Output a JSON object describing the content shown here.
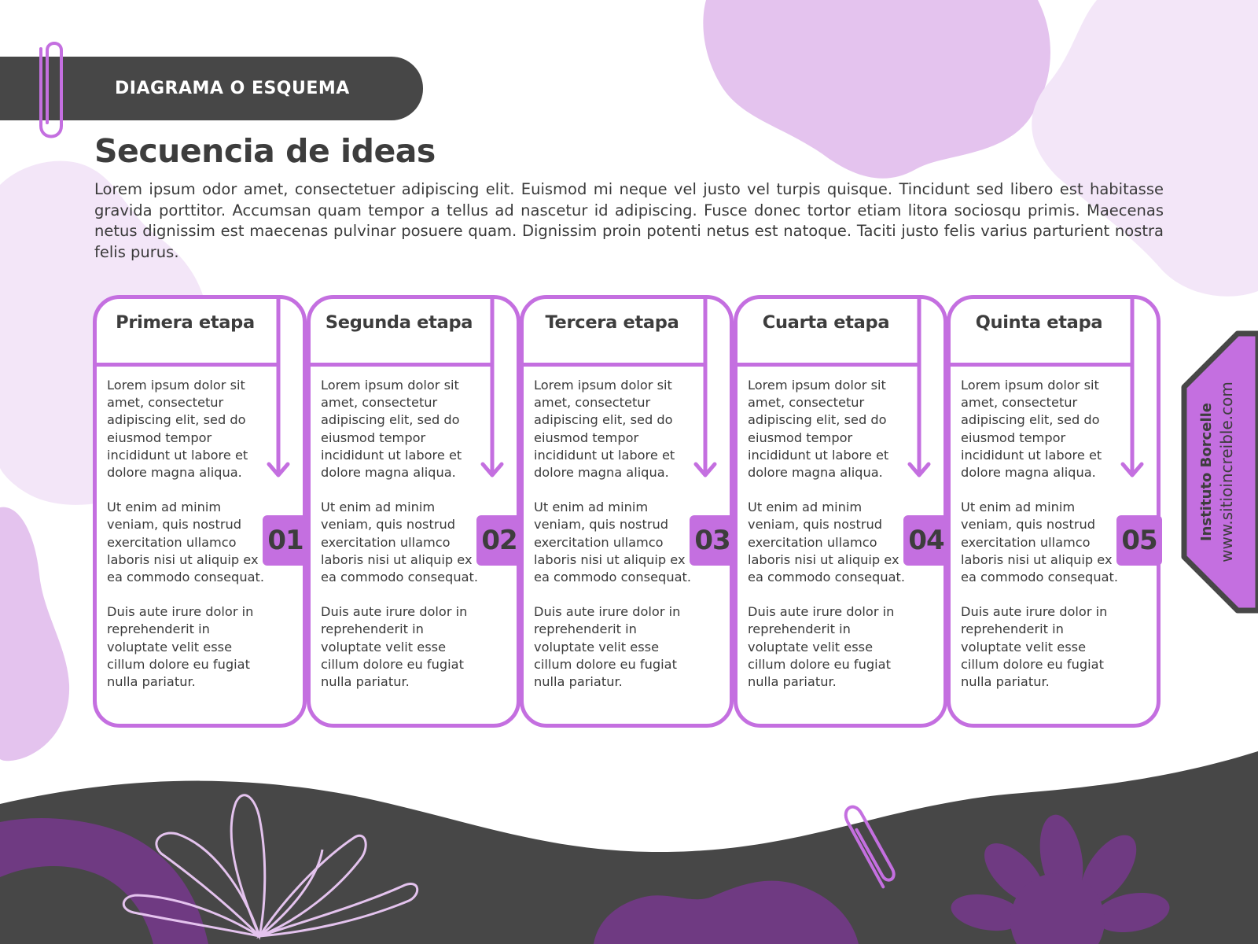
{
  "colors": {
    "accent": "#c46fe0",
    "dark": "#474747",
    "blob_light": "#e4c3ee",
    "blob_lighter": "#f3e6f8",
    "deep_purple": "#6f3a82",
    "text": "#3d3d3d"
  },
  "header": {
    "label": "DIAGRAMA O ESQUEMA",
    "title": "Secuencia de ideas",
    "intro": "Lorem ipsum odor amet, consectetuer adipiscing elit. Euismod mi neque vel justo vel turpis quisque. Tincidunt sed libero est habitasse gravida porttitor. Accumsan quam tempor a tellus ad nascetur id adipiscing. Fusce donec tortor etiam litora sociosqu primis. Maecenas netus dignissim est maecenas pulvinar posuere quam. Dignissim proin potenti netus est natoque. Taciti justo felis varius parturient nostra felis purus."
  },
  "stages": [
    {
      "title": "Primera etapa",
      "number": "01",
      "paragraphs": [
        "Lorem ipsum dolor sit amet, consectetur adipiscing elit, sed do eiusmod tempor incididunt ut labore et dolore magna aliqua.",
        "Ut enim ad minim veniam, quis nostrud exercitation ullamco laboris nisi ut aliquip ex ea commodo consequat.",
        "Duis aute irure dolor in reprehenderit in voluptate velit esse cillum dolore eu fugiat nulla pariatur."
      ]
    },
    {
      "title": "Segunda etapa",
      "number": "02",
      "paragraphs": [
        "Lorem ipsum dolor sit amet, consectetur adipiscing elit, sed do eiusmod tempor incididunt ut labore et dolore magna aliqua.",
        "Ut enim ad minim veniam, quis nostrud exercitation ullamco laboris nisi ut aliquip ex ea commodo consequat.",
        "Duis aute irure dolor in reprehenderit in voluptate velit esse cillum dolore eu fugiat nulla pariatur."
      ]
    },
    {
      "title": "Tercera etapa",
      "number": "03",
      "paragraphs": [
        "Lorem ipsum dolor sit amet, consectetur adipiscing elit, sed do eiusmod tempor incididunt ut labore et dolore magna aliqua.",
        "Ut enim ad minim veniam, quis nostrud exercitation ullamco laboris nisi ut aliquip ex ea commodo consequat.",
        "Duis aute irure dolor in reprehenderit in voluptate velit esse cillum dolore eu fugiat nulla pariatur."
      ]
    },
    {
      "title": "Cuarta etapa",
      "number": "04",
      "paragraphs": [
        "Lorem ipsum dolor sit amet, consectetur adipiscing elit, sed do eiusmod tempor incididunt ut labore et dolore magna aliqua.",
        "Ut enim ad minim veniam, quis nostrud exercitation ullamco laboris nisi ut aliquip ex ea commodo consequat.",
        "Duis aute irure dolor in reprehenderit in voluptate velit esse cillum dolore eu fugiat nulla pariatur."
      ]
    },
    {
      "title": "Quinta etapa",
      "number": "05",
      "paragraphs": [
        "Lorem ipsum dolor sit amet, consectetur adipiscing elit, sed do eiusmod tempor incididunt ut labore et dolore magna aliqua.",
        "Ut enim ad minim veniam, quis nostrud exercitation ullamco laboris nisi ut aliquip ex ea commodo consequat.",
        "Duis aute irure dolor in reprehenderit in voluptate velit esse cillum dolore eu fugiat nulla pariatur."
      ]
    }
  ],
  "side": {
    "brand": "Instituto Borcelle",
    "url": "www.sitioincreible.com"
  }
}
